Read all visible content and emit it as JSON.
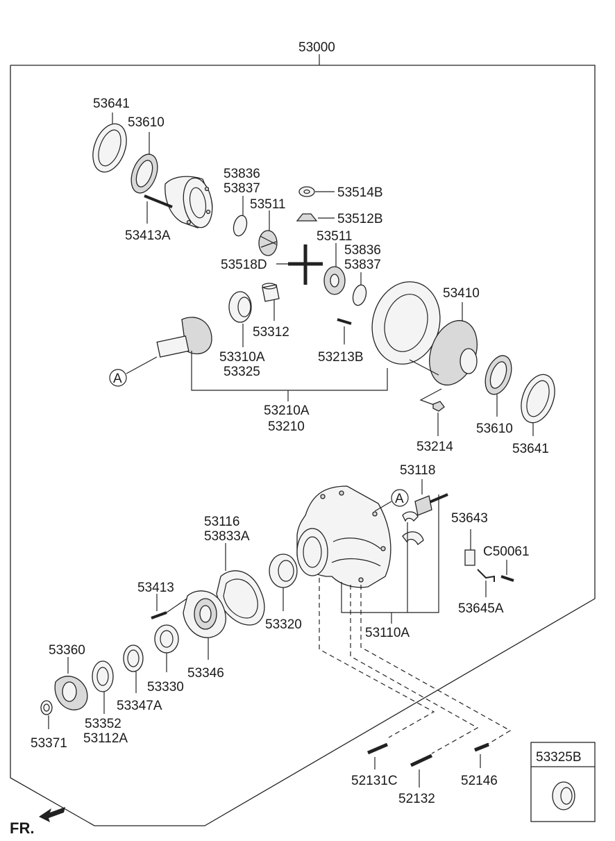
{
  "diagram": {
    "assembly_label": "53000",
    "front_label": "FR.",
    "ref_marker": "A",
    "parts": {
      "p53641_top": "53641",
      "p53610_top": "53610",
      "p53413A": "53413A",
      "p53836_a": "53836",
      "p53837_a": "53837",
      "p53511_a": "53511",
      "p53514B": "53514B",
      "p53512B": "53512B",
      "p53511_b": "53511",
      "p53836_b": "53836",
      "p53837_b": "53837",
      "p53518D": "53518D",
      "p53410": "53410",
      "p53312": "53312",
      "p53310A": "53310A",
      "p53325": "53325",
      "p53213B": "53213B",
      "p53210A": "53210A",
      "p53210": "53210",
      "p53214": "53214",
      "p53610_bot": "53610",
      "p53641_bot": "53641",
      "p53118": "53118",
      "p53643": "53643",
      "pC50061": "C50061",
      "p53645A": "53645A",
      "p53116": "53116",
      "p53833A": "53833A",
      "p53413": "53413",
      "p53320": "53320",
      "p53110A": "53110A",
      "p53346": "53346",
      "p53360": "53360",
      "p53330": "53330",
      "p53347A": "53347A",
      "p53352": "53352",
      "p53112A": "53112A",
      "p53371": "53371",
      "p52131C": "52131C",
      "p52132": "52132",
      "p52146": "52146",
      "p53325B": "53325B"
    }
  }
}
